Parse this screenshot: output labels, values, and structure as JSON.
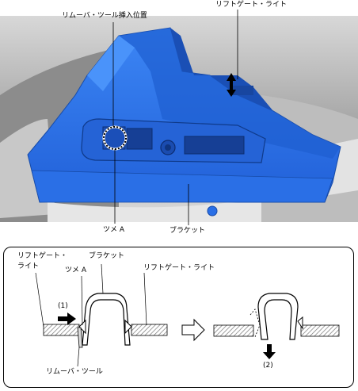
{
  "photo": {
    "labels": {
      "removal_tool_position": "リムーバ・ツール挿入位置",
      "liftgate_light_top": "リフトゲート・ライト",
      "claw_a": "ツメ A",
      "bracket": "ブラケット"
    }
  },
  "diagram": {
    "labels": {
      "liftgate_light_left_line1": "リフトゲート・",
      "liftgate_light_left_line2": "ライト",
      "bracket": "ブラケット",
      "claw_a": "ツメ A",
      "liftgate_light_right": "リフトゲート・ライト",
      "step1": "(1)",
      "step2": "(2)",
      "removal_tool": "リムーバ・ツール"
    }
  },
  "colors": {
    "part_blue": "#2a6fe6",
    "part_dark_blue": "#1848a8",
    "background_gray": "#9a9a9a",
    "hatch": "#777777"
  }
}
